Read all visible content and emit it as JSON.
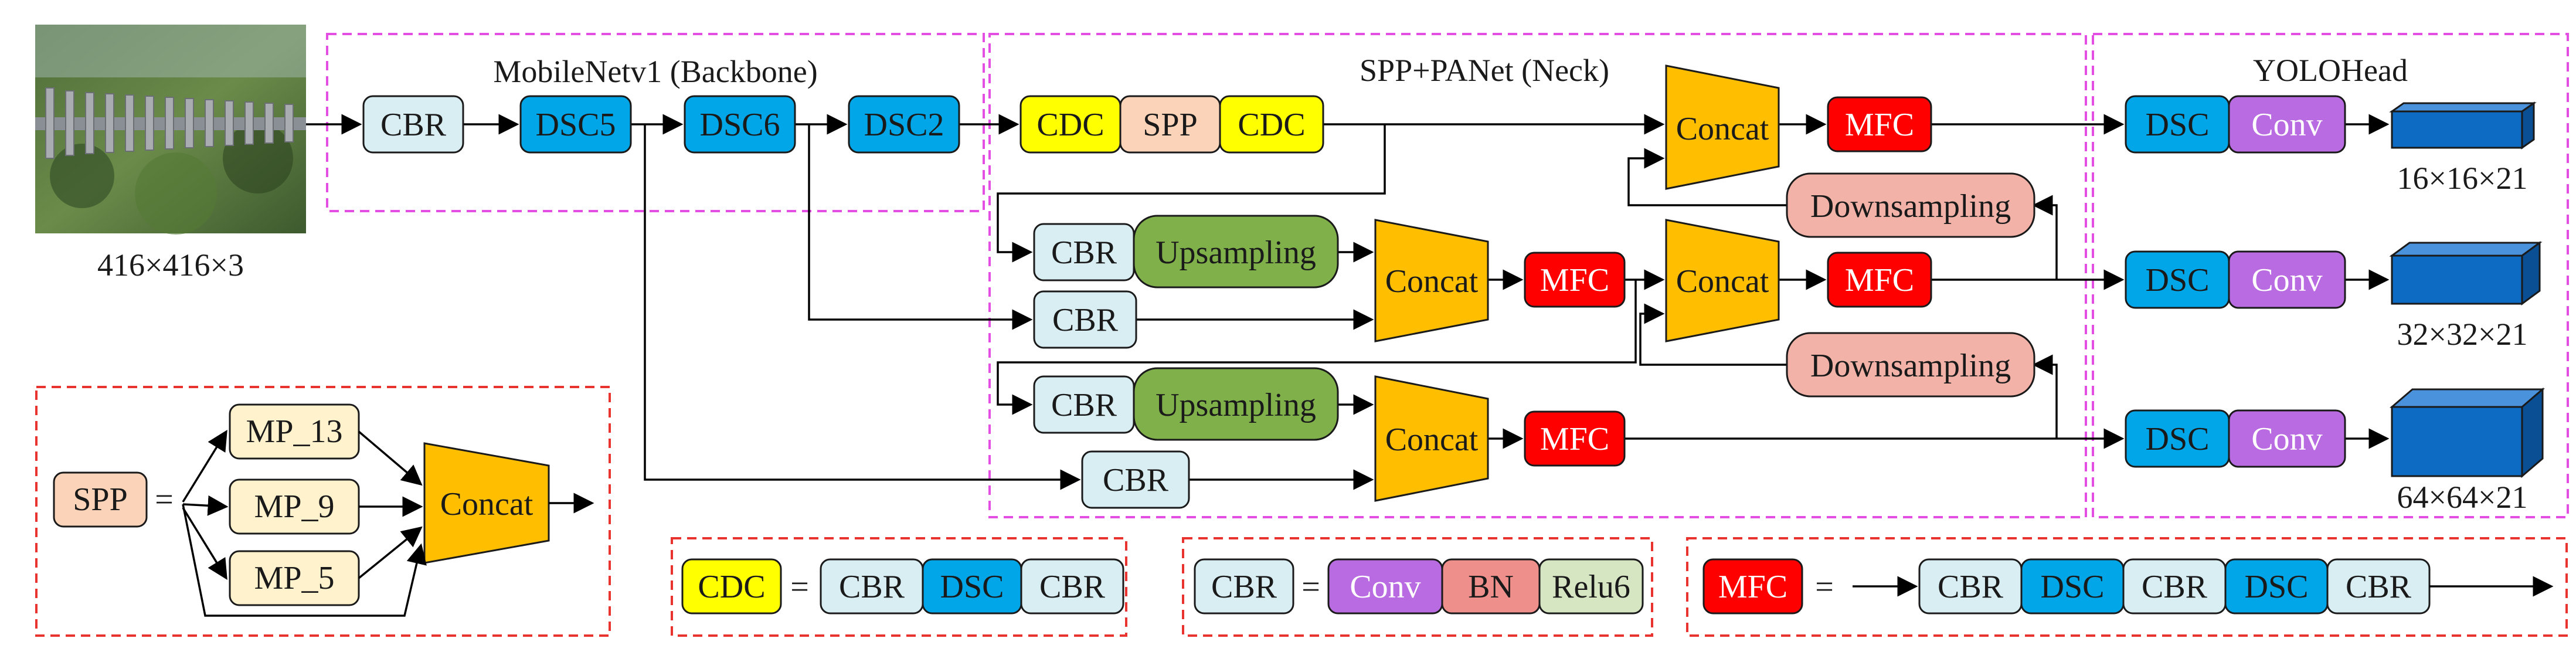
{
  "input": {
    "size_label": "416×416×3"
  },
  "backbone": {
    "title": "MobileNetv1 (Backbone)",
    "cbr": "CBR",
    "dsc5": "DSC5",
    "dsc6": "DSC6",
    "dsc2": "DSC2"
  },
  "neck": {
    "title": "SPP+PANet (Neck)",
    "cdc": "CDC",
    "spp": "SPP",
    "cbr": "CBR",
    "upsampling": "Upsampling",
    "concat": "Concat",
    "mfc": "MFC",
    "downsampling": "Downsampling"
  },
  "head": {
    "title": "YOLOHead",
    "dsc": "DSC",
    "conv": "Conv",
    "out1": "16×16×21",
    "out2": "32×32×21",
    "out3": "64×64×21"
  },
  "legend_spp": {
    "spp": "SPP",
    "eq": "=",
    "mp13": "MP_13",
    "mp9": "MP_9",
    "mp5": "MP_5",
    "concat": "Concat"
  },
  "legend_cdc": {
    "cdc": "CDC",
    "eq": "=",
    "cbr": "CBR",
    "dsc": "DSC"
  },
  "legend_cbr": {
    "cbr": "CBR",
    "eq": "=",
    "conv": "Conv",
    "bn": "BN",
    "relu": "Relu6"
  },
  "legend_mfc": {
    "mfc": "MFC",
    "eq": "=",
    "cbr": "CBR",
    "dsc": "DSC"
  },
  "colors": {
    "cbr": "#d9eef3",
    "dsc": "#00a6e8",
    "cdc": "#ffff00",
    "spp": "#fbd3b8",
    "upsampling": "#7fb04a",
    "concat": "#ffbf00",
    "mfc": "#ff0000",
    "downsampling": "#f2b2a8",
    "conv": "#b96be2",
    "bn": "#ef8f8b",
    "relu": "#d6e6c3",
    "mp": "#fff2cc",
    "cube": "#0e6bc4"
  }
}
